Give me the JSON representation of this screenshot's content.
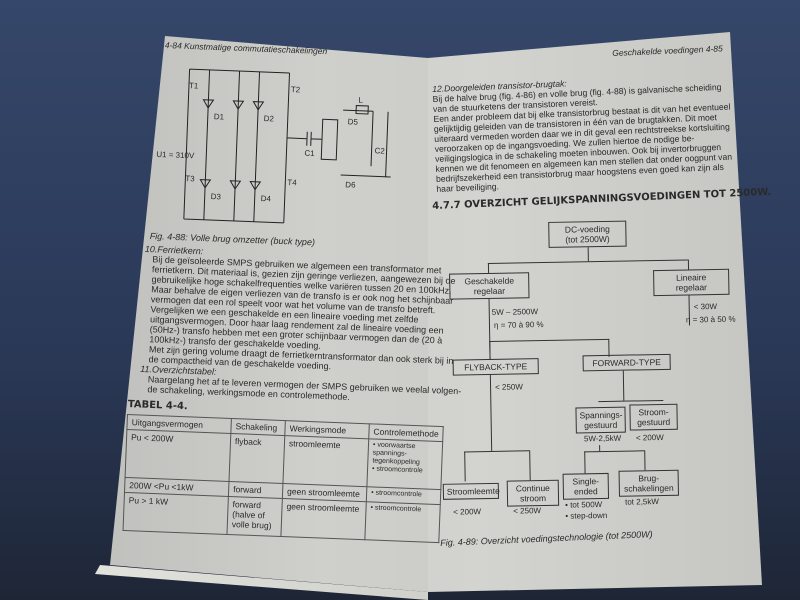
{
  "left_page": {
    "header": "4-84 Kunstmatige commutatieschakelingen",
    "circuit": {
      "labels": [
        "T1",
        "T2",
        "T3",
        "T4",
        "D1",
        "D2",
        "D3",
        "D4",
        "D5",
        "D6",
        "C1",
        "C2",
        "L",
        "U1 = 310V"
      ]
    },
    "figure_caption": "Fig. 4-88: Volle brug omzetter (buck type)",
    "section10_title": "10.Ferrietkern:",
    "section10_lines": [
      "Bij de geïsoleerde SMPS gebruiken we algemeen een transformator met",
      "ferrietkern. Dit materiaal is, gezien zijn geringe verliezen, aangewezen bij de",
      "gebruikelijke hoge schakelfrequenties welke variëren tussen 20 en 100kHz.",
      "Maar behalve de eigen verliezen van de transfo is er ook nog het schijnbaar",
      "vermogen dat een rol speelt voor wat het volume van de transfo betreft.",
      "Vergelijken we een geschakelde en een lineaire voeding met zelfde",
      "uitgangsvermogen. Door haar laag rendement zal de lineaire voeding een",
      "(50Hz-) transfo hebben met een groter schijnbaar vermogen dan de (20 à",
      "100kHz-) transfo der geschakelde voeding.",
      "Met zijn gering volume draagt de ferrietkerntransformator dan ook sterk bij in",
      "de compactheid van de geschakelde voeding."
    ],
    "section11_title": "11.Overzichtstabel:",
    "section11_lines": [
      "Naargelang het af te leveren vermogen der SMPS gebruiken we veelal volgen-",
      "de schakeling, werkingsmode en controlemethode."
    ],
    "table_title": "TABEL 4-4.",
    "table": {
      "headers": [
        "Uitgangsvermogen",
        "Schakeling",
        "Werkingsmode",
        "Controlemethode"
      ],
      "rows": [
        [
          "Pu < 200W",
          "flyback",
          "stroomleemte",
          "• voorwaartse spannings-tegenkoppeling\n• stroomcontrole"
        ],
        [
          "200W <Pu <1kW",
          "forward",
          "geen stroomleemte",
          "• stroomcontrole"
        ],
        [
          "Pu > 1 kW",
          "forward (halve of volle brug)",
          "geen stroomleemte",
          "• stroomcontrole"
        ]
      ]
    }
  },
  "right_page": {
    "header": "Geschakelde voedingen 4-85",
    "section12_title": "12.Doorgeleiden transistor-brugtak:",
    "section12_lines": [
      "Bij de halve brug (fig. 4-86) en volle brug (fig. 4-88) is galvanische scheiding",
      "van de stuurketens der transistoren vereist.",
      "Een ander probleem dat bij elke transistorbrug bestaat is dit van het eventueel",
      "gelijktijdig geleiden van de transistoren in één van de brugtakken. Dit moet",
      "uiteraard vermeden worden daar we in dit geval een rechtstreekse kortsluiting",
      "veroorzaken op de ingangsvoeding. We zullen hiertoe de nodige be-",
      "veiligingslogica in de schakeling moeten inbouwen. Ook bij invertorbruggen",
      "kennen we dit fenomeen en algemeen kan men stellen dat onder oogpunt van",
      "bedrijfszekerheid een transistorbrug maar hoogstens even goed kan zijn als",
      "haar beveiliging."
    ],
    "section_heading": "4.7.7  OVERZICHT GELIJKSPANNINGSVOEDINGEN TOT 2500W.",
    "flowchart": {
      "root": "DC-voeding\n(tot 2500W)",
      "switched": "Geschakelde\nregelaar",
      "linear": "Lineaire\nregelaar",
      "switched_power": "5W – 2500W",
      "switched_eff": "η = 70 à 90 %",
      "linear_power": "< 30W",
      "linear_eff": "η = 30 à 50 %",
      "flyback": "FLYBACK-TYPE",
      "flyback_power": "< 250W",
      "forward": "FORWARD-TYPE",
      "voltage_ctrl": "Spannings-\ngestuurd",
      "current_ctrl": "Stroom-\ngestuurd",
      "voltage_ctrl_power": "5W-2,5kW",
      "current_ctrl_power": "< 200W",
      "gap": "Stroomleemte",
      "gap_power": "< 200W",
      "continuous": "Continue\nstroom",
      "continuous_power": "< 250W",
      "single": "Single-\nended",
      "single_notes": [
        "• tot 500W",
        "• step-down"
      ],
      "bridge": "Brug-\nschakelingen",
      "bridge_power": "tot 2,5kW"
    },
    "figure_caption": "Fig. 4-89: Overzicht voedingstechnologie (tot 2500W)"
  }
}
